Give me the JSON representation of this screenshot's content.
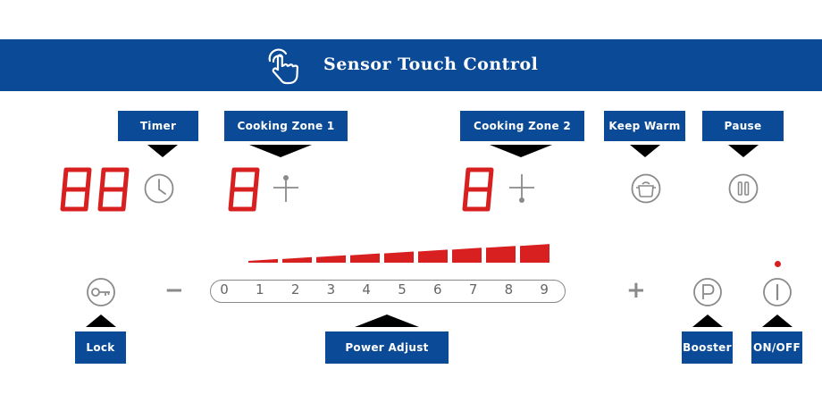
{
  "header": {
    "title": "Sensor Touch Control",
    "icon": "touch-hand-icon",
    "background_color": "#0a4a97"
  },
  "labels": {
    "timer": "Timer",
    "cooking_zone_1": "Cooking Zone 1",
    "cooking_zone_2": "Cooking Zone 2",
    "keep_warm": "Keep Warm",
    "pause": "Pause",
    "lock": "Lock",
    "power_adjust": "Power Adjust",
    "booster": "Booster",
    "on_off": "ON/OFF"
  },
  "displays": {
    "timer_digits": "88",
    "zone1_digit": "8",
    "zone2_digit": "8",
    "digit_color": "#d82020"
  },
  "power_scale": {
    "numbers": [
      "0",
      "1",
      "2",
      "3",
      "4",
      "5",
      "6",
      "7",
      "8",
      "9"
    ],
    "minus": "−",
    "plus": "+",
    "bar_color": "#d82020",
    "bar_count": 9
  },
  "icons": {
    "timer": "clock-icon",
    "zone1": "zone-cross-icon",
    "zone2": "zone-cross-icon",
    "keep_warm": "pot-icon",
    "pause": "pause-icon",
    "lock": "key-icon",
    "booster": "p-icon",
    "on_off": "power-icon"
  },
  "status": {
    "power_led_color": "#d82020"
  }
}
